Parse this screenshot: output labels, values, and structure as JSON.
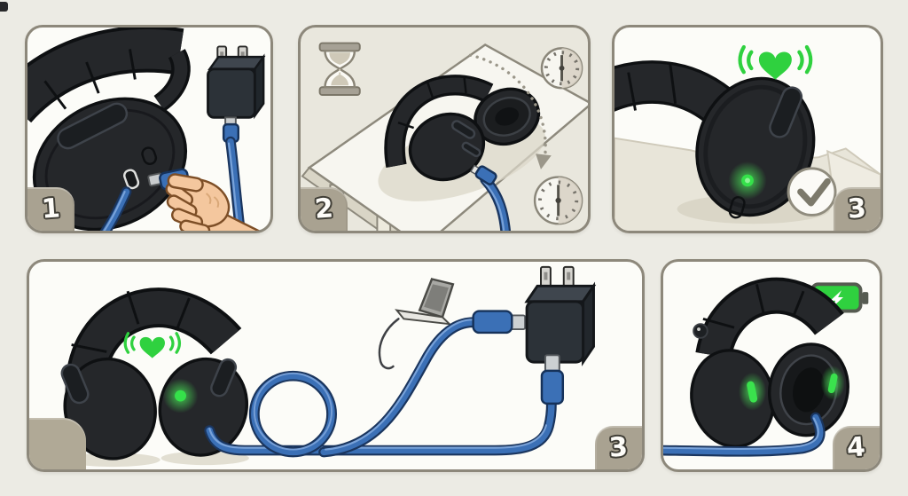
{
  "colors": {
    "page_background": "#ecebe4",
    "panel_background": "#fcfcf8",
    "panel_border": "#8d887b",
    "badge_background": "#a9a291",
    "cable_blue": "#3b70b6",
    "device_black": "#25272a",
    "accent_green": "#2fd13f",
    "skin_tone": "#f4c79e",
    "scene_beige": "#e9e7dd"
  },
  "panels": [
    {
      "badge": "1",
      "icons": [
        "headphone-earcup-icon",
        "usb-port-icon",
        "usb-c-plug-icon",
        "hand-icon",
        "wall-adapter-icon",
        "charging-cable-icon"
      ]
    },
    {
      "badge": "2",
      "icons": [
        "hourglass-icon",
        "table-icon",
        "headphones-icon",
        "charging-cable-icon",
        "clock-start-icon",
        "clock-end-icon",
        "elapsed-time-arrow-icon"
      ]
    },
    {
      "badge": "3",
      "icons": [
        "heart-signal-icon",
        "headphone-earcup-icon",
        "led-indicator-icon",
        "checkmark-icon"
      ]
    },
    {
      "badge": "3",
      "icons": [
        "headphones-icon",
        "heart-signal-icon",
        "led-indicator-icon",
        "cable-loop-icon",
        "laptop-icon",
        "usb-c-connector-icon",
        "wall-adapter-icon",
        "usb-c-plug-icon"
      ]
    },
    {
      "badge": "4",
      "icons": [
        "headphones-icon",
        "led-indicator-icon",
        "battery-charging-icon",
        "charging-cable-icon"
      ]
    }
  ]
}
